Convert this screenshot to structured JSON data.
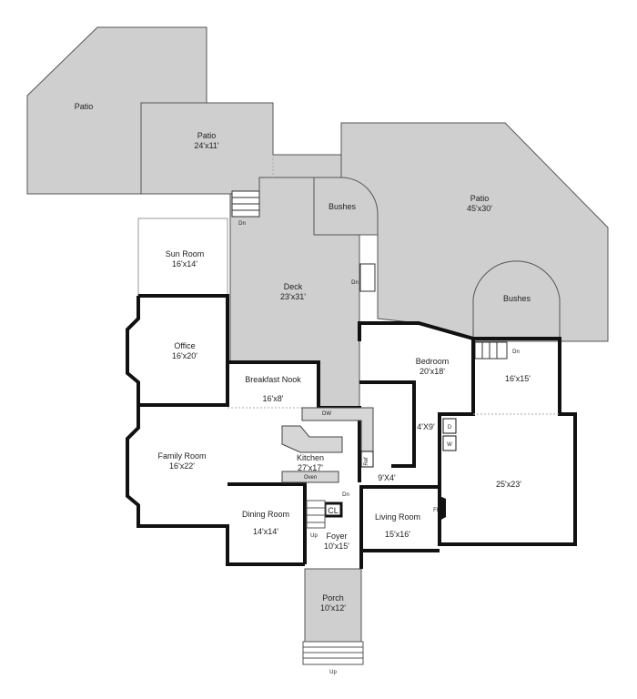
{
  "outdoor": [
    {
      "name": "Patio",
      "size": ""
    },
    {
      "name": "Patio",
      "size": "24'x11'"
    },
    {
      "name": "Patio",
      "size": "45'x30'"
    },
    {
      "name": "Bushes",
      "size": ""
    },
    {
      "name": "Bushes",
      "size": ""
    },
    {
      "name": "Deck",
      "size": "23'x31'"
    },
    {
      "name": "Porch",
      "size": "10'x12'"
    }
  ],
  "rooms": [
    {
      "name": "Sun Room",
      "size": "16'x14'"
    },
    {
      "name": "Office",
      "size": "16'x20'"
    },
    {
      "name": "Family Room",
      "size": "16'x22'"
    },
    {
      "name": "Breakfast Nook",
      "size": "16'x8'"
    },
    {
      "name": "Kitchen",
      "size": "27'x17'"
    },
    {
      "name": "Dining Room",
      "size": "14'x14'"
    },
    {
      "name": "Foyer",
      "size": "10'x15'"
    },
    {
      "name": "Living Room",
      "size": "15'x16'"
    },
    {
      "name": "Bedroom",
      "size": "20'x18'"
    },
    {
      "name": "",
      "size": "16'x15'"
    },
    {
      "name": "",
      "size": "25'x23'"
    },
    {
      "name": "",
      "size": "4'X9'"
    },
    {
      "name": "",
      "size": "9'X4'"
    }
  ],
  "fixtures": {
    "ref": "Ref",
    "oven": "Oven",
    "dw": "DW",
    "closet": "CL",
    "dryer": "D",
    "washer": "W",
    "fireplace": "FP"
  },
  "stairs": {
    "dn": "Dn",
    "up": "Up"
  }
}
